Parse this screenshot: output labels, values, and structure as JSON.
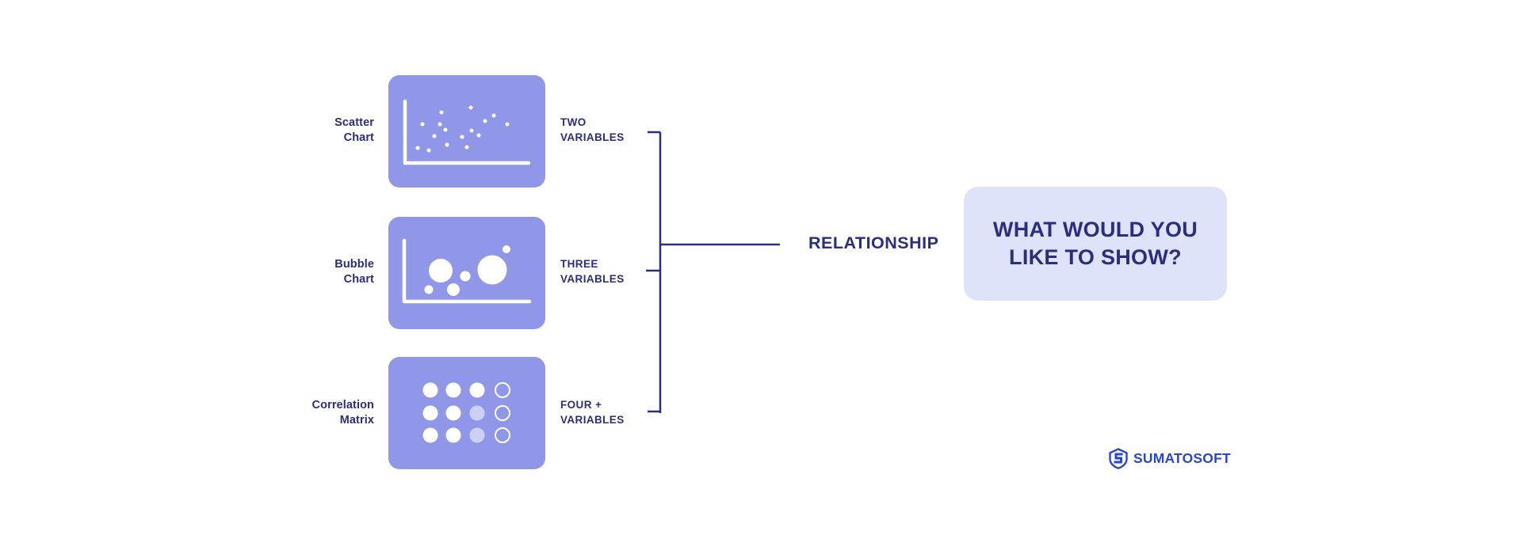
{
  "palette": {
    "card_purple": "#9197e8",
    "panel_lavender": "#dfe3f9",
    "navy_text": "#2b2d7e",
    "logo_blue": "#2946d1",
    "icon_white": "#ffffff",
    "faded_dot": "rgba(255,255,255,0.55)"
  },
  "rows": [
    {
      "chart_label": "Scatter\nChart",
      "variables_label": "TWO\nVARIABLES",
      "icon": "scatter-chart-icon"
    },
    {
      "chart_label": "Bubble\nChart",
      "variables_label": "THREE\nVARIABLES",
      "icon": "bubble-chart-icon"
    },
    {
      "chart_label": "Correlation\nMatrix",
      "variables_label": "FOUR +\nVARIABLES",
      "icon": "correlation-matrix-icon"
    }
  ],
  "relationship_label": "RELATIONSHIP",
  "question_box": {
    "text": "WHAT WOULD YOU\nLIKE TO SHOW?"
  },
  "logo": {
    "text": "SUMATOSOFT",
    "icon": "shield-s-icon"
  }
}
